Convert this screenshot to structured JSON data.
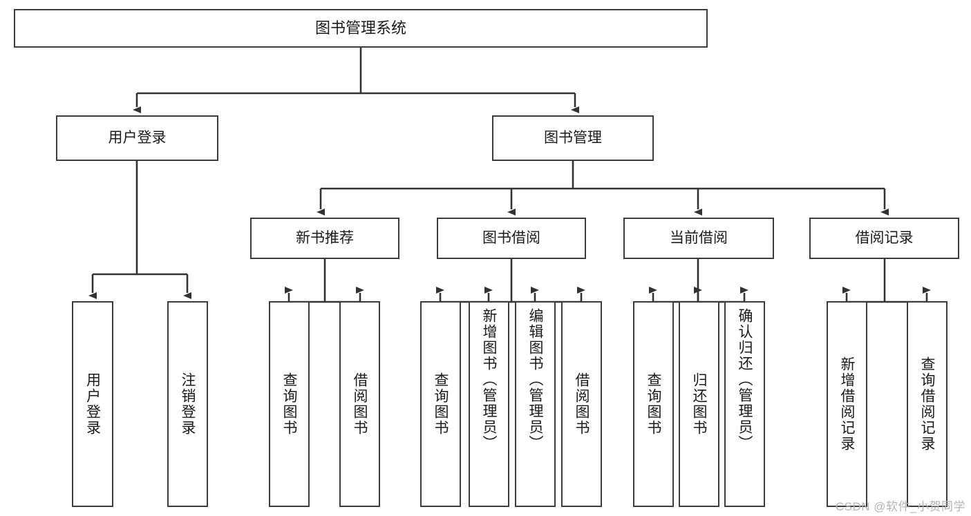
{
  "diagram": {
    "title": "图书管理系统",
    "watermark": "CSDN @软件_小贺同学",
    "colors": {
      "box_border": "#3c3c3c",
      "connector": "#333333",
      "background": "#ffffff",
      "text": "#1a1a1a",
      "watermark": "#b4b4b4"
    },
    "levels": {
      "level1": [
        {
          "id": "root",
          "label": "图书管理系统"
        }
      ],
      "level2": [
        {
          "id": "user-login",
          "label": "用户登录"
        },
        {
          "id": "book-manage",
          "label": "图书管理"
        }
      ],
      "level3": [
        {
          "id": "new-book-recommend",
          "label": "新书推荐",
          "parent": "book-manage"
        },
        {
          "id": "book-borrow",
          "label": "图书借阅",
          "parent": "book-manage"
        },
        {
          "id": "current-borrow",
          "label": "当前借阅",
          "parent": "book-manage"
        },
        {
          "id": "borrow-record",
          "label": "借阅记录",
          "parent": "book-manage"
        }
      ],
      "leaves": [
        {
          "id": "leaf-user-login",
          "label": "用户登录",
          "parent": "user-login"
        },
        {
          "id": "leaf-logout",
          "label": "注销登录",
          "parent": "user-login"
        },
        {
          "id": "leaf-query-book-1",
          "label": "查询图书",
          "parent": "new-book-recommend"
        },
        {
          "id": "leaf-borrow-book-1",
          "label": "借阅图书",
          "parent": "new-book-recommend"
        },
        {
          "id": "leaf-query-book-2",
          "label": "查询图书",
          "parent": "book-borrow"
        },
        {
          "id": "leaf-add-book",
          "label": "新增图书（管理员）",
          "parent": "book-borrow"
        },
        {
          "id": "leaf-edit-book",
          "label": "编辑图书（管理员）",
          "parent": "book-borrow"
        },
        {
          "id": "leaf-borrow-book-2",
          "label": "借阅图书",
          "parent": "book-borrow"
        },
        {
          "id": "leaf-query-book-3",
          "label": "查询图书",
          "parent": "current-borrow"
        },
        {
          "id": "leaf-return-book",
          "label": "归还图书",
          "parent": "current-borrow"
        },
        {
          "id": "leaf-confirm-return",
          "label": "确认归还（管理员）",
          "parent": "current-borrow"
        },
        {
          "id": "leaf-add-record",
          "label": "新增借阅记录",
          "parent": "borrow-record"
        },
        {
          "id": "leaf-query-record",
          "label": "查询借阅记录",
          "parent": "borrow-record"
        }
      ]
    }
  }
}
